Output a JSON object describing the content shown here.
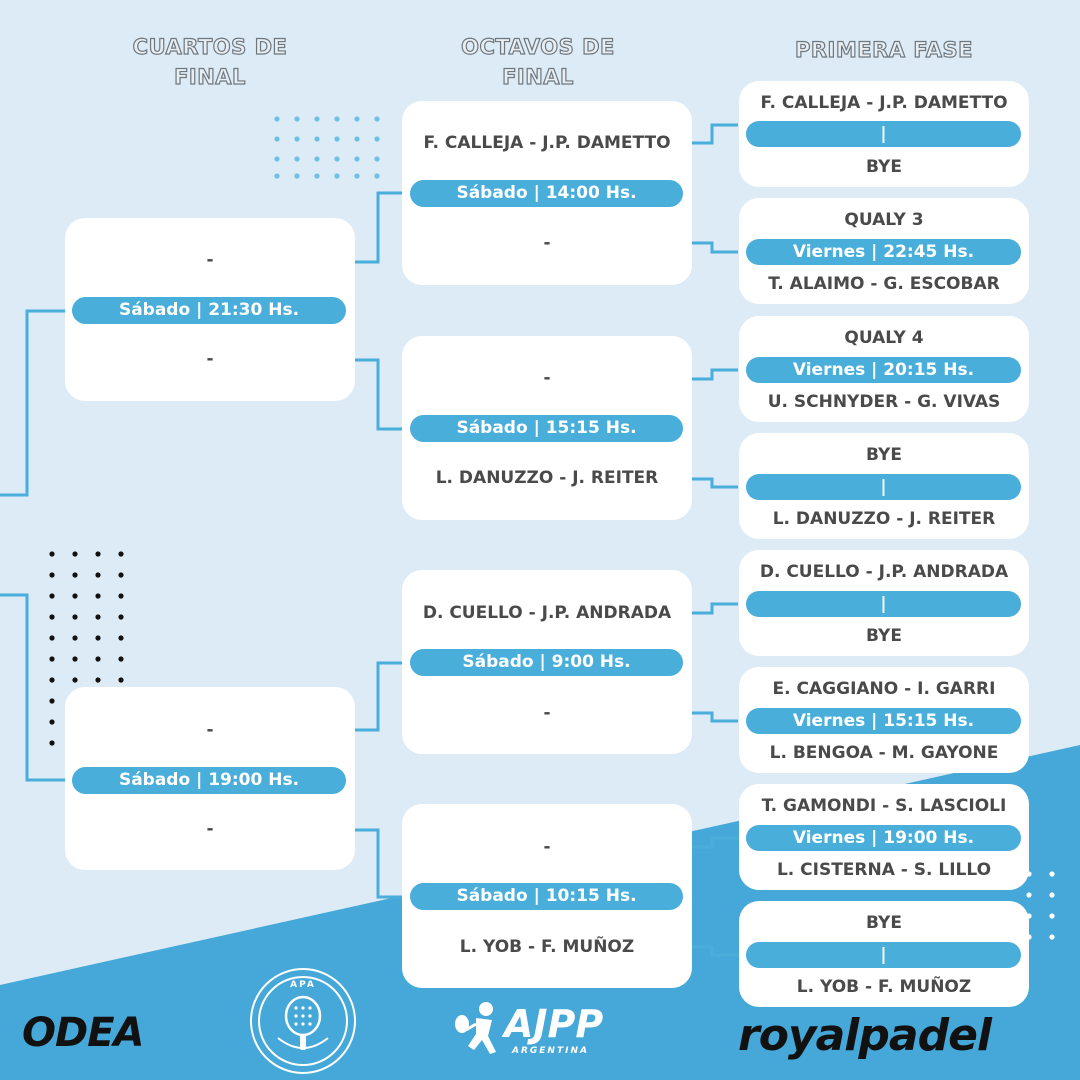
{
  "headers": {
    "cuartos": "CUARTOS DE FINAL",
    "octavos": "OCTAVOS DE FINAL",
    "primera": "PRIMERA FASE"
  },
  "cuartos": [
    {
      "top": "-",
      "time": "Sábado | 21:30 Hs.",
      "bottom": "-"
    },
    {
      "top": "-",
      "time": "Sábado | 19:00 Hs.",
      "bottom": "-"
    }
  ],
  "octavos": [
    {
      "top": "F. CALLEJA - J.P. DAMETTO",
      "time": "Sábado | 14:00 Hs.",
      "bottom": "-"
    },
    {
      "top": "-",
      "time": "Sábado | 15:15 Hs.",
      "bottom": "L. DANUZZO - J. REITER"
    },
    {
      "top": "D. CUELLO - J.P. ANDRADA",
      "time": "Sábado | 9:00 Hs.",
      "bottom": "-"
    },
    {
      "top": "-",
      "time": "Sábado | 10:15 Hs.",
      "bottom": "L. YOB - F. MUÑOZ"
    }
  ],
  "primera": [
    {
      "top": "F. CALLEJA - J.P. DAMETTO",
      "time": "|",
      "bottom": "BYE"
    },
    {
      "top": "QUALY 3",
      "time": "Viernes | 22:45 Hs.",
      "bottom": "T. ALAIMO - G. ESCOBAR"
    },
    {
      "top": "QUALY 4",
      "time": "Viernes | 20:15 Hs.",
      "bottom": "U. SCHNYDER - G. VIVAS"
    },
    {
      "top": "BYE",
      "time": "|",
      "bottom": "L. DANUZZO - J. REITER"
    },
    {
      "top": "D. CUELLO - J.P. ANDRADA",
      "time": "|",
      "bottom": "BYE"
    },
    {
      "top": "E. CAGGIANO - I. GARRI",
      "time": "Viernes | 15:15 Hs.",
      "bottom": "L. BENGOA - M. GAYONE"
    },
    {
      "top": "T. GAMONDI - S. LASCIOLI",
      "time": "Viernes | 19:00 Hs.",
      "bottom": "L. CISTERNA - S. LILLO"
    },
    {
      "top": "BYE",
      "time": "|",
      "bottom": "L. YOB - F. MUÑOZ"
    }
  ],
  "sponsors": {
    "odea": "ODEA",
    "apa": "APA",
    "ajpp": "AJPP",
    "ajpp_sub": "ARGENTINA",
    "royal": "royalpadel"
  },
  "colors": {
    "accent": "#4aaedb",
    "background_light": "#dcebf5",
    "background_band": "#45a8d8",
    "text_dark": "#4a4a4a"
  }
}
